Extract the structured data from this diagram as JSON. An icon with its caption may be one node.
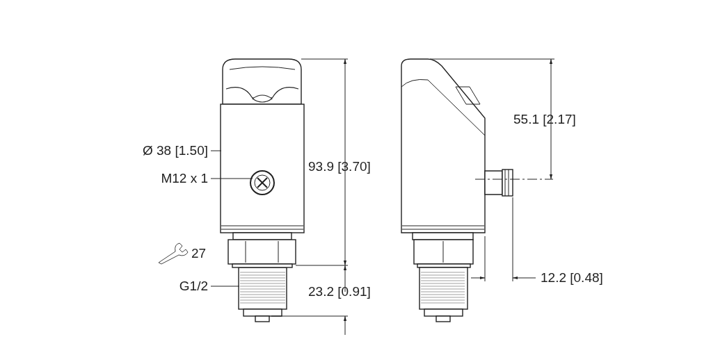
{
  "diagram": {
    "nodes": [
      {
        "text": [
          "Ø 38 [1.50]"
        ]
      },
      {
        "text": [
          "M12 x 1"
        ]
      },
      {
        "text": [
          "G1/2"
        ]
      },
      {
        "text": [],
        "shape": "box"
      },
      {
        "text": [],
        "shape": "circle",
        "in": 3
      },
      {
        "text": [],
        "shape": "picture"
      }
    ],
    "edges": [
      {
        "from": 0,
        "to": 3,
        "arrow": "none"
      },
      {
        "from": 1,
        "to": 4,
        "arrow": "none"
      },
      {
        "from": 2,
        "to": 5,
        "arrow": "none"
      }
    ],
    "labels": [
      "27",
      "93.9 [3.70]",
      "23.2 [0.91]",
      "55.1 [2.17]",
      "12.2 [0.48]"
    ]
  }
}
